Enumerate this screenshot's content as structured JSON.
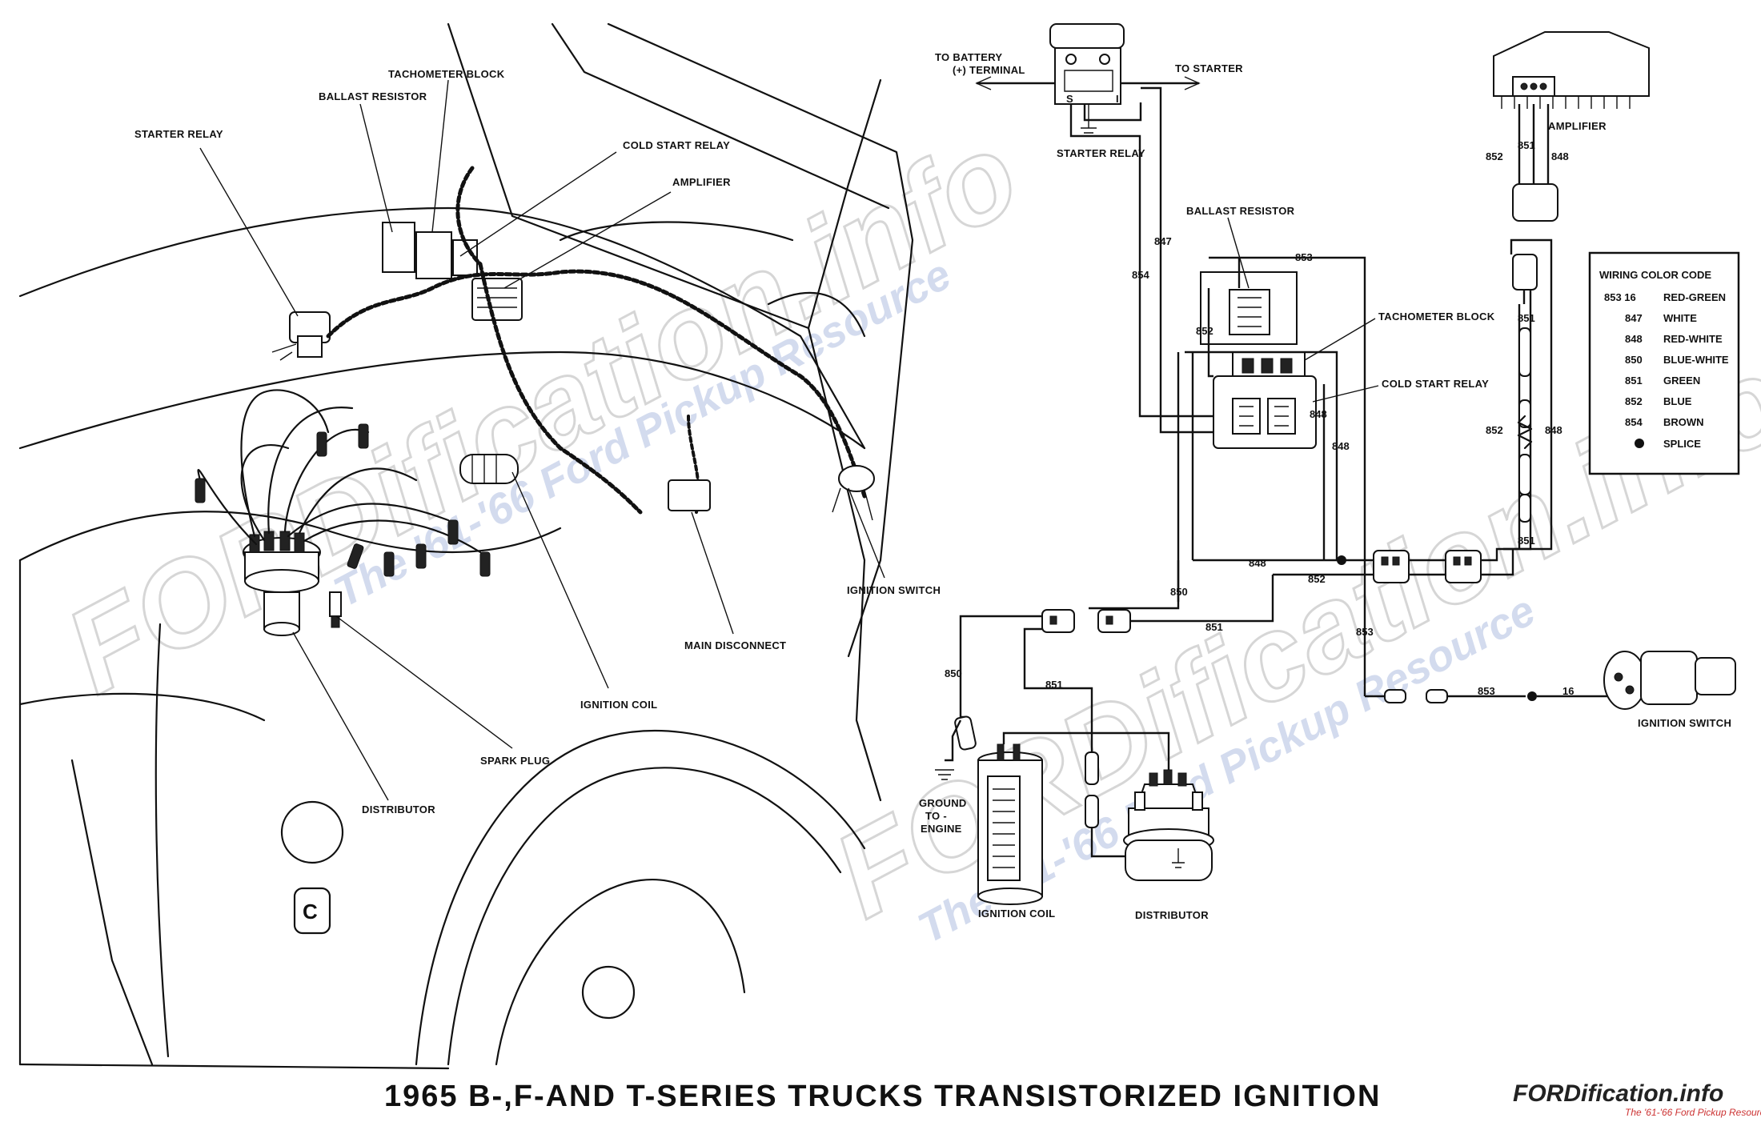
{
  "title": "1965 B-,F-AND T-SERIES TRUCKS TRANSISTORIZED IGNITION",
  "watermark": {
    "main": "FORDification.info",
    "tagline": "The '61-'66 Ford Pickup Resource"
  },
  "logo": {
    "name": "FORDification.info",
    "tagline": "The '61-'66 Ford Pickup Resource"
  },
  "left_labels": {
    "starter_relay": "STARTER RELAY",
    "ballast_resistor": "BALLAST RESISTOR",
    "tachometer_block": "TACHOMETER BLOCK",
    "cold_start_relay": "COLD START RELAY",
    "amplifier": "AMPLIFIER",
    "ignition_switch": "IGNITION SWITCH",
    "main_disconnect": "MAIN DISCONNECT",
    "ignition_coil": "IGNITION COIL",
    "spark_plug": "SPARK PLUG",
    "distributor": "DISTRIBUTOR"
  },
  "schematic_labels": {
    "to_battery_1": "TO BATTERY",
    "to_battery_2": "(+) TERMINAL",
    "to_starter": "TO STARTER",
    "starter_relay": "STARTER RELAY",
    "terminal_s": "S",
    "terminal_i": "I",
    "ballast_resistor": "BALLAST RESISTOR",
    "tachometer_block": "TACHOMETER BLOCK",
    "cold_start_relay": "COLD START RELAY",
    "amplifier": "AMPLIFIER",
    "ignition_switch": "IGNITION SWITCH",
    "ground_1": "GROUND",
    "ground_2": "TO -",
    "ground_3": "ENGINE",
    "ignition_coil": "IGNITION COIL",
    "distributor": "DISTRIBUTOR"
  },
  "wire_numbers": {
    "w847": "847",
    "w854": "854",
    "w853a": "853",
    "w852a": "852",
    "w848a": "848",
    "w848b": "848",
    "w848c": "848",
    "w852b": "852",
    "w850a": "850",
    "w851a": "851",
    "w853b": "853",
    "w853c": "853",
    "w16": "16",
    "w850b": "850",
    "w851b": "851",
    "w852c": "852",
    "w851c": "851",
    "w848d": "848",
    "w851d": "851",
    "w852d": "852",
    "w848e": "848",
    "w851e": "851"
  },
  "legend": {
    "heading": "WIRING COLOR CODE",
    "rows": [
      {
        "code": "853 16",
        "color": "RED-GREEN"
      },
      {
        "code": "847",
        "color": "WHITE"
      },
      {
        "code": "848",
        "color": "RED-WHITE"
      },
      {
        "code": "850",
        "color": "BLUE-WHITE"
      },
      {
        "code": "851",
        "color": "GREEN"
      },
      {
        "code": "852",
        "color": "BLUE"
      },
      {
        "code": "854",
        "color": "BROWN"
      }
    ],
    "splice_label": "SPLICE"
  }
}
